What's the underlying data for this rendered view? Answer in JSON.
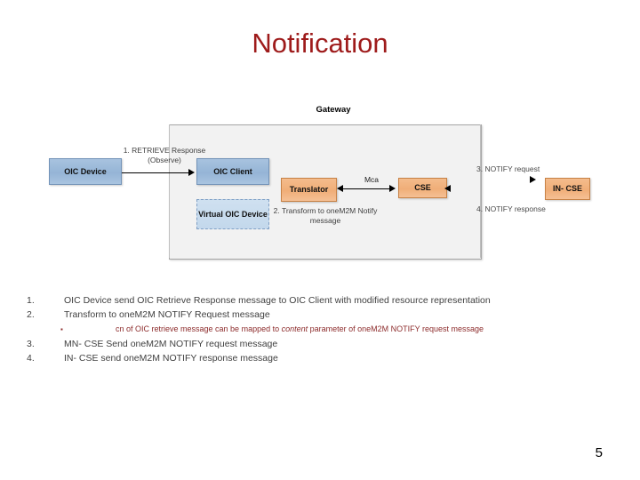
{
  "slide": {
    "title": "Notification",
    "page_number": "5",
    "title_color": "#9E1B1B"
  },
  "diagram": {
    "container_label": "Gateway",
    "nodes": [
      {
        "id": "oic-device",
        "label": "OIC Device",
        "color": "#95B4D6"
      },
      {
        "id": "oic-client",
        "label": "OIC Client",
        "color": "#95B4D6"
      },
      {
        "id": "virtual-oic",
        "label": "Virtual OIC Device",
        "color": "#C3D8EC"
      },
      {
        "id": "translator",
        "label": "Translator",
        "color": "#F0AE78"
      },
      {
        "id": "cse",
        "label": "CSE",
        "color": "#F0AE78"
      },
      {
        "id": "in-cse",
        "label": "IN- CSE",
        "color": "#F0AE78"
      }
    ],
    "edges": [
      {
        "id": "step1",
        "label": "1. RETRIEVE Response (Observe)",
        "from": "oic-device",
        "to": "oic-client"
      },
      {
        "id": "mca",
        "label": "Mca",
        "from": "translator",
        "to": "cse"
      },
      {
        "id": "step2",
        "label": "2. Transform to oneM2M Notify message",
        "from": "translator",
        "to": "cse"
      },
      {
        "id": "step3",
        "label": "3. NOTIFY request",
        "from": "cse",
        "to": "in-cse"
      },
      {
        "id": "step4",
        "label": "4. NOTIFY response",
        "from": "in-cse",
        "to": "cse"
      }
    ]
  },
  "notes": {
    "items": [
      {
        "num": "1.",
        "text": "OIC Device send OIC Retrieve Response message to OIC Client with modified resource representation"
      },
      {
        "num": "2.",
        "text": "Transform to oneM2M NOTIFY  Request message"
      },
      {
        "num": "3.",
        "text": "MN- CSE Send oneM2M NOTIFY request message"
      },
      {
        "num": "4.",
        "text": "IN- CSE send oneM2M NOTIFY response message"
      }
    ],
    "sub_bullet": {
      "bullet": "▪",
      "before": "cn of OIC retrieve message  can be mapped to ",
      "emphasis": "content",
      "after": " parameter of oneM2M NOTIFY request message",
      "color": "#8C2B2B"
    }
  }
}
